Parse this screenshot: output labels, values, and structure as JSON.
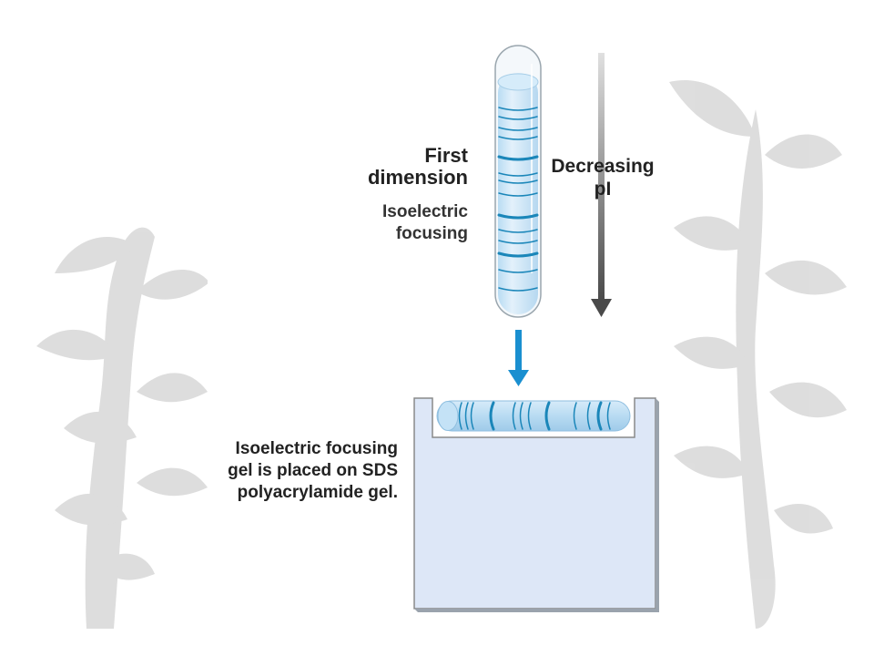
{
  "labels": {
    "first_dimension_line1": "First",
    "first_dimension_line2": "dimension",
    "method_line1": "Isoelectric",
    "method_line2": "focusing",
    "gradient_line1": "Decreasing",
    "gradient_line2": "pI",
    "placement_line1": "Isoelectric focusing",
    "placement_line2": "gel is placed on SDS",
    "placement_line3": "polyacrylamide gel."
  },
  "colors": {
    "background_plant": "#d9d9d9",
    "panel": "#ffffff",
    "tube_fill": "#cfe6f6",
    "band": "#1a86b9",
    "transfer_arrow": "#1a8fd0",
    "gradient_arrow_top": "#d8d8d8",
    "gradient_arrow_bottom": "#555555",
    "slab_fill": "#dde7f7",
    "slab_edge": "#8a8a8a"
  }
}
